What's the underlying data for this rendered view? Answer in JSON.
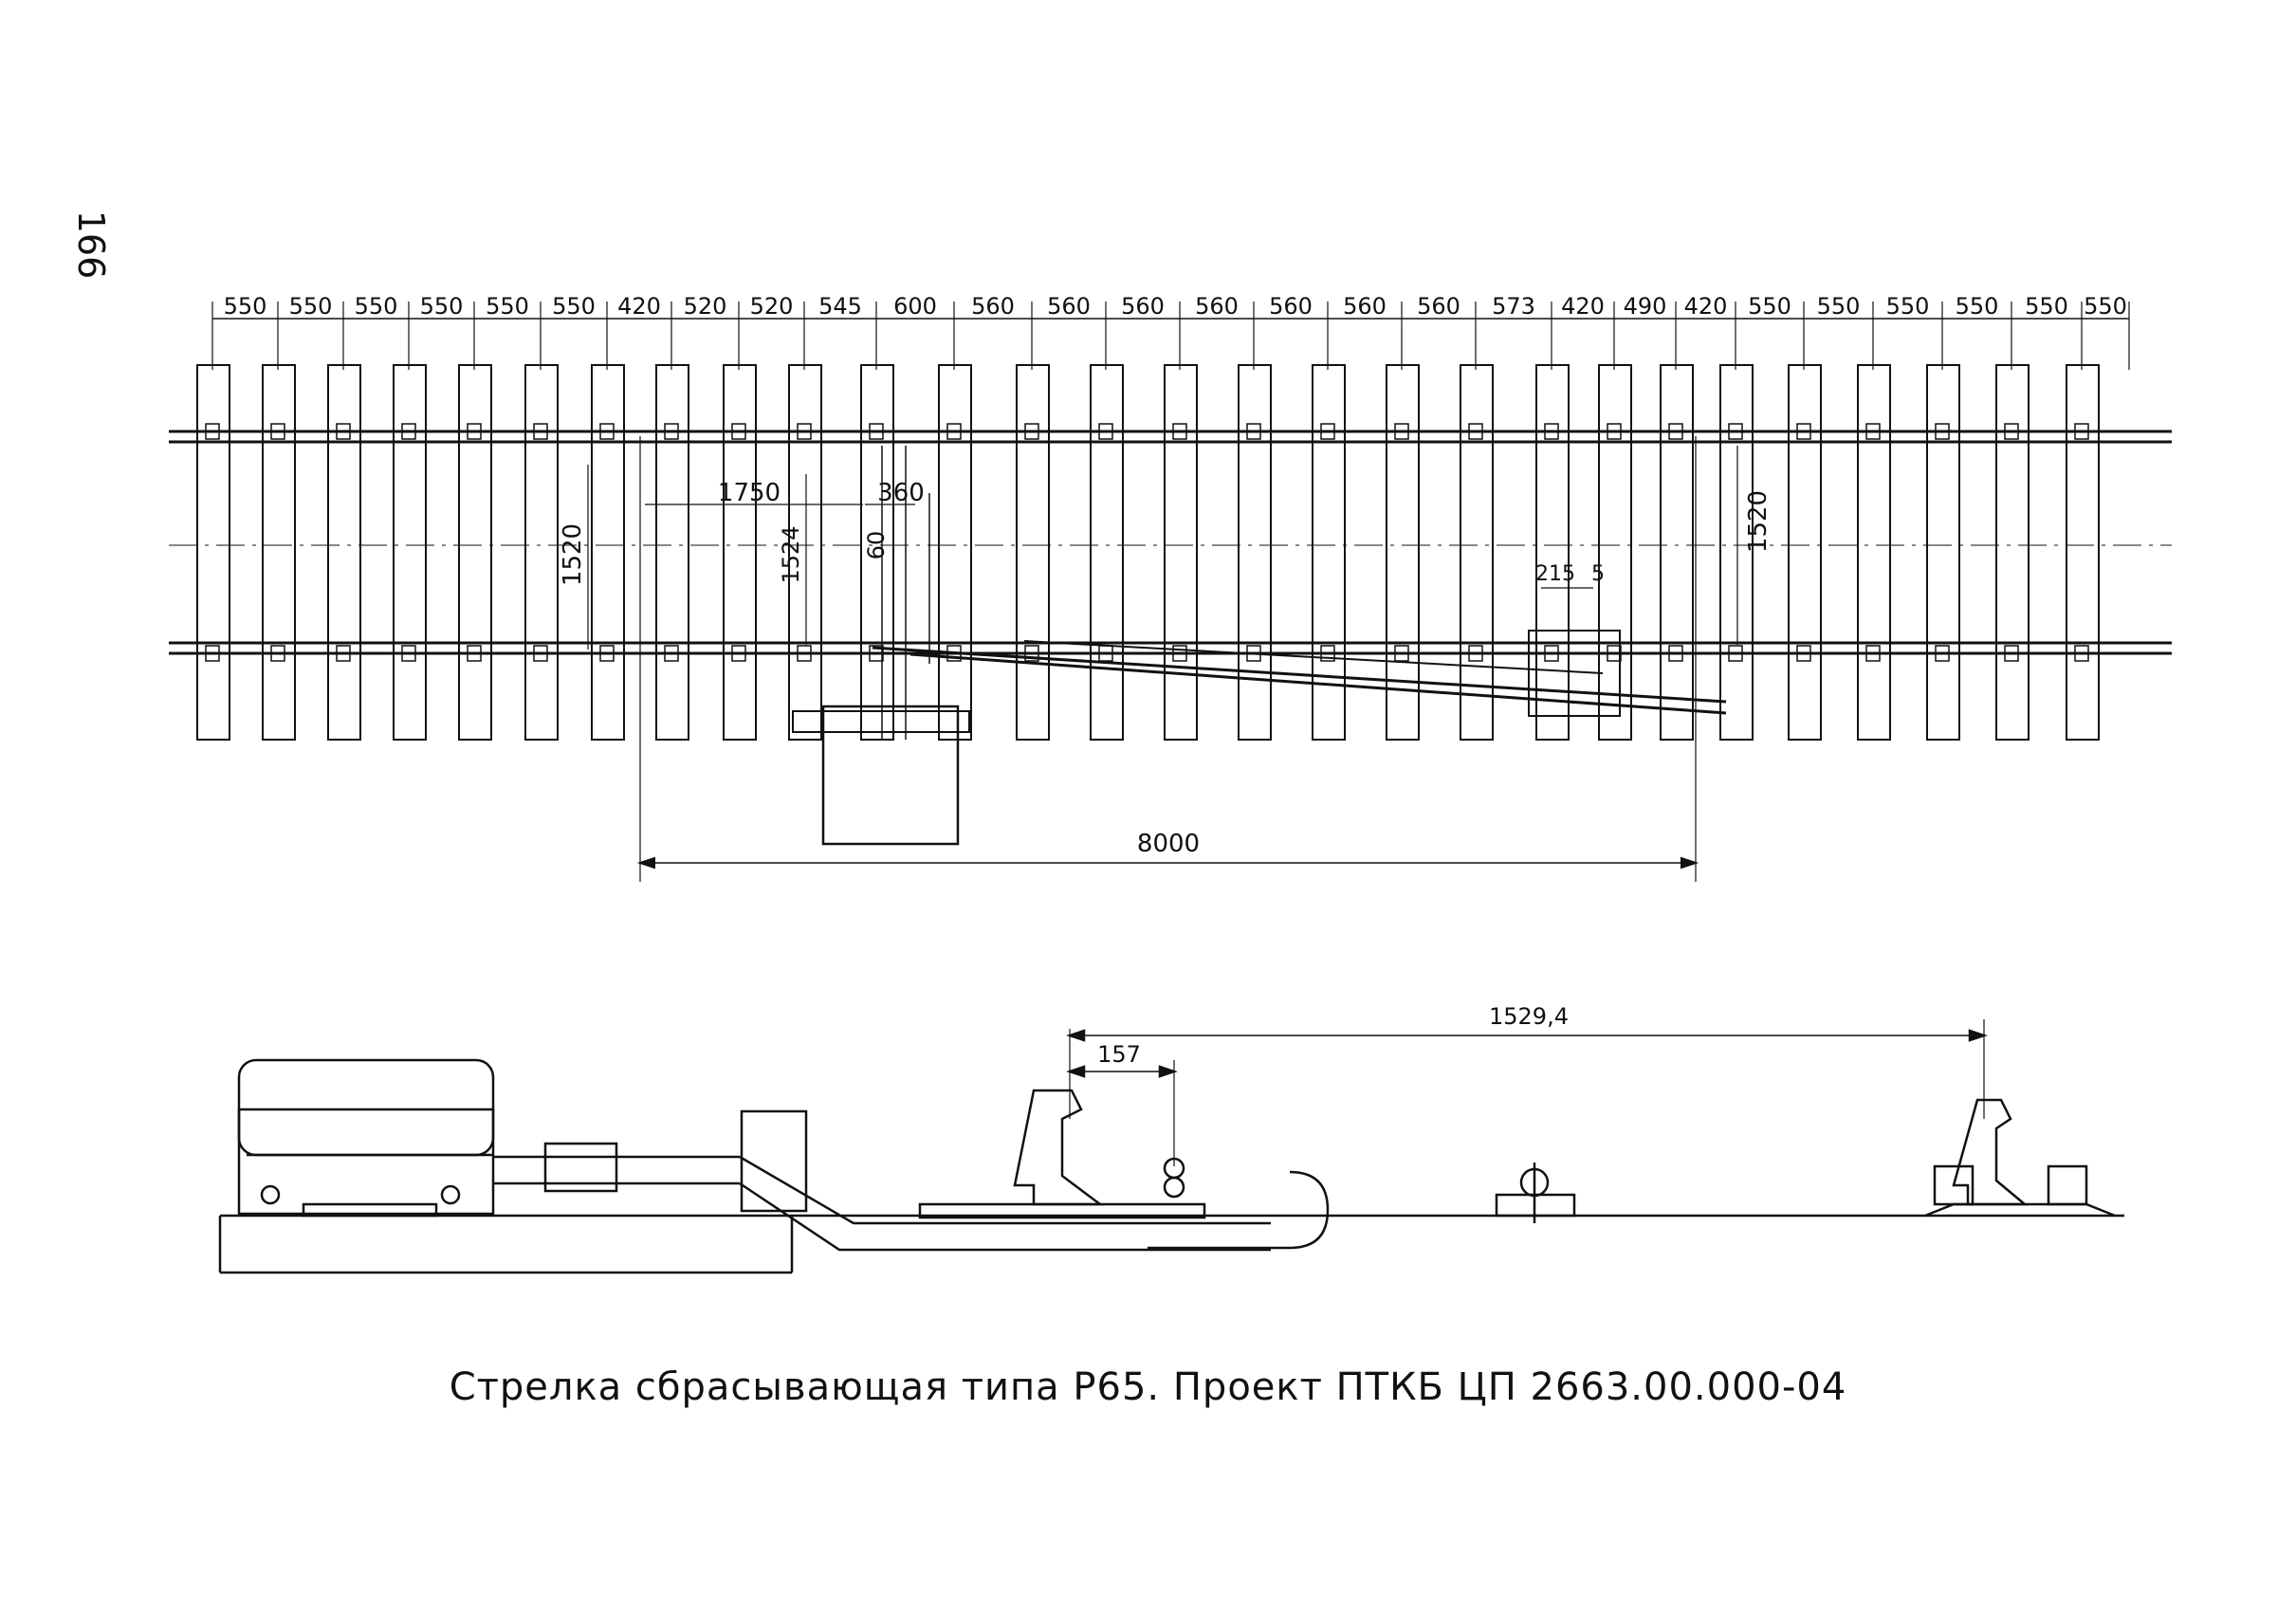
{
  "page_number": "166",
  "caption": "Стрелка сбрасывающая типа Р65. Проект ПТКБ ЦП 2663.00.000-04",
  "plan": {
    "spacing_labels": [
      "550",
      "550",
      "550",
      "550",
      "550",
      "550",
      "420",
      "520",
      "520",
      "545",
      "600",
      "560",
      "560",
      "560",
      "560",
      "560",
      "560",
      "560",
      "573",
      "420",
      "490",
      "420",
      "550",
      "550",
      "550",
      "550",
      "550",
      "550"
    ],
    "dim_1750": "1750",
    "dim_360": "360",
    "dim_1520_left": "1520",
    "dim_1524": "1524",
    "dim_1520_right": "1520",
    "dim_215": "215",
    "dim_5": "5",
    "dim_8000": "8000",
    "dim_60": "60"
  },
  "section": {
    "dim_1529": "1529,4",
    "dim_157": "157"
  },
  "colors": {
    "ink": "#111111",
    "paper": "#ffffff"
  }
}
